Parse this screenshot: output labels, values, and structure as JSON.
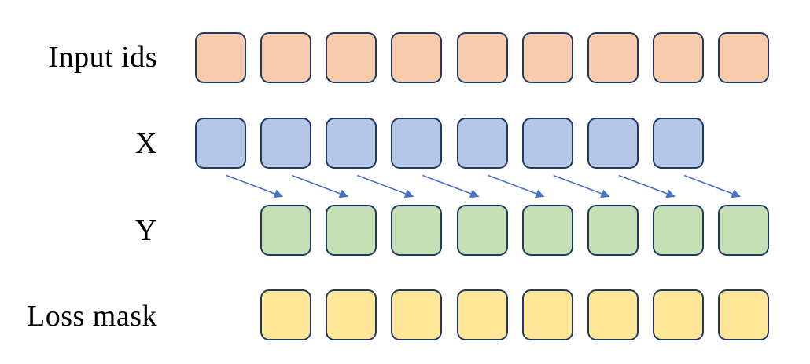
{
  "diagram": {
    "background": "#ffffff",
    "box_border_color": "#1F3864",
    "arrow_color": "#4472C4",
    "rows": [
      {
        "id": "input-ids",
        "label": "Input ids",
        "boxes": 9,
        "fill": "#F8CBAD",
        "shifted": false
      },
      {
        "id": "x",
        "label": "X",
        "boxes": 8,
        "fill": "#B4C7E7",
        "shifted": false
      },
      {
        "id": "y",
        "label": "Y",
        "boxes": 8,
        "fill": "#C5E0B4",
        "shifted": true
      },
      {
        "id": "loss-mask",
        "label": "Loss mask",
        "boxes": 8,
        "fill": "#FFE699",
        "shifted": true
      }
    ],
    "arrows": {
      "count": 8,
      "from_row": "x",
      "to_row": "y",
      "direction": "down-right"
    }
  }
}
